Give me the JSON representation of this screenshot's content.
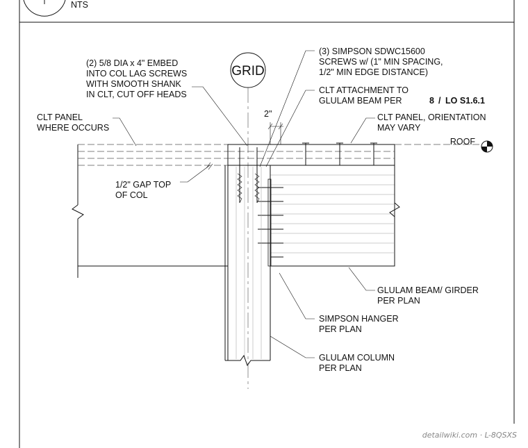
{
  "title_block": {
    "scale_text": "NTS"
  },
  "grid_label": "GRID",
  "dimension_2in": "2\"",
  "roof_label": "ROOF",
  "notes": {
    "lag_screws": [
      "(2) 5/8 DIA x 4\" EMBED",
      "INTO COL LAG SCREWS",
      "WITH SMOOTH SHANK",
      "IN CLT, CUT OFF HEADS"
    ],
    "simpson_sdwc": [
      "(3) SIMPSON SDWC15600",
      "SCREWS w/ (1\" MIN SPACING,",
      "1/2\" MIN EDGE DISTANCE)"
    ],
    "clt_attachment": {
      "line1": "CLT ATTACHMENT TO",
      "line2_prefix": "GLULAM BEAM PER",
      "ref_detail": "8",
      "ref_sep": "/",
      "ref_sheet": "LO S1.6.1"
    },
    "clt_panel_where": [
      "CLT PANEL",
      "WHERE OCCURS"
    ],
    "clt_panel_orientation": [
      "CLT PANEL, ORIENTATION",
      "MAY VARY"
    ],
    "gap_top_col": [
      "1/2\" GAP TOP",
      "OF COL"
    ],
    "glulam_beam": [
      "GLULAM BEAM/ GIRDER",
      "PER PLAN"
    ],
    "simpson_hanger": [
      "SIMPSON HANGER",
      "PER PLAN"
    ],
    "glulam_column": [
      "GLULAM COLUMN",
      "PER PLAN"
    ]
  },
  "watermark": "detailwiki.com · L-8QSXS",
  "icons": {
    "grid_bubble": "circle-bubble-icon",
    "roof_marker": "elevation-target-icon"
  }
}
